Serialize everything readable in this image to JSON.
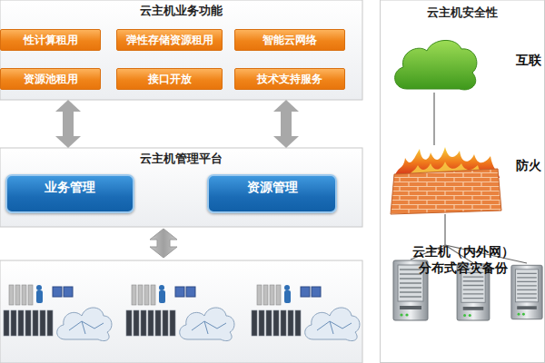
{
  "diagram": {
    "nodes": [
      {
        "text": [
          "云主机业务功能"
        ]
      },
      {
        "text": [
          "性计算租用"
        ],
        "in": 0
      },
      {
        "text": [
          "弹性存储资源租用"
        ],
        "in": 0
      },
      {
        "text": [
          "智能云网络"
        ],
        "in": 0
      },
      {
        "text": [
          "资源池租用"
        ],
        "in": 0
      },
      {
        "text": [
          "接口开放"
        ],
        "in": 0
      },
      {
        "text": [
          "技术支持服务"
        ],
        "in": 0
      },
      {
        "text": [
          "云主机管理平台"
        ]
      },
      {
        "text": [
          "业务管理"
        ],
        "in": 7
      },
      {
        "text": [
          "资源管理"
        ],
        "in": 7
      },
      {
        "text": [
          "云主机安全性"
        ]
      },
      {
        "text": [
          "互联"
        ],
        "in": 10
      },
      {
        "text": [
          "防火"
        ],
        "in": 10
      },
      {
        "text": [
          "云主机（内外网）",
          "分布式容灾备份"
        ],
        "in": 10
      }
    ],
    "edges": [
      {
        "from": 0,
        "to": 7,
        "arrow": "both"
      },
      {
        "from": 0,
        "to": 7,
        "arrow": "both"
      },
      {
        "from": 11,
        "to": 12,
        "arrow": "none"
      },
      {
        "from": 12,
        "to": 13,
        "arrow": "none"
      }
    ]
  }
}
